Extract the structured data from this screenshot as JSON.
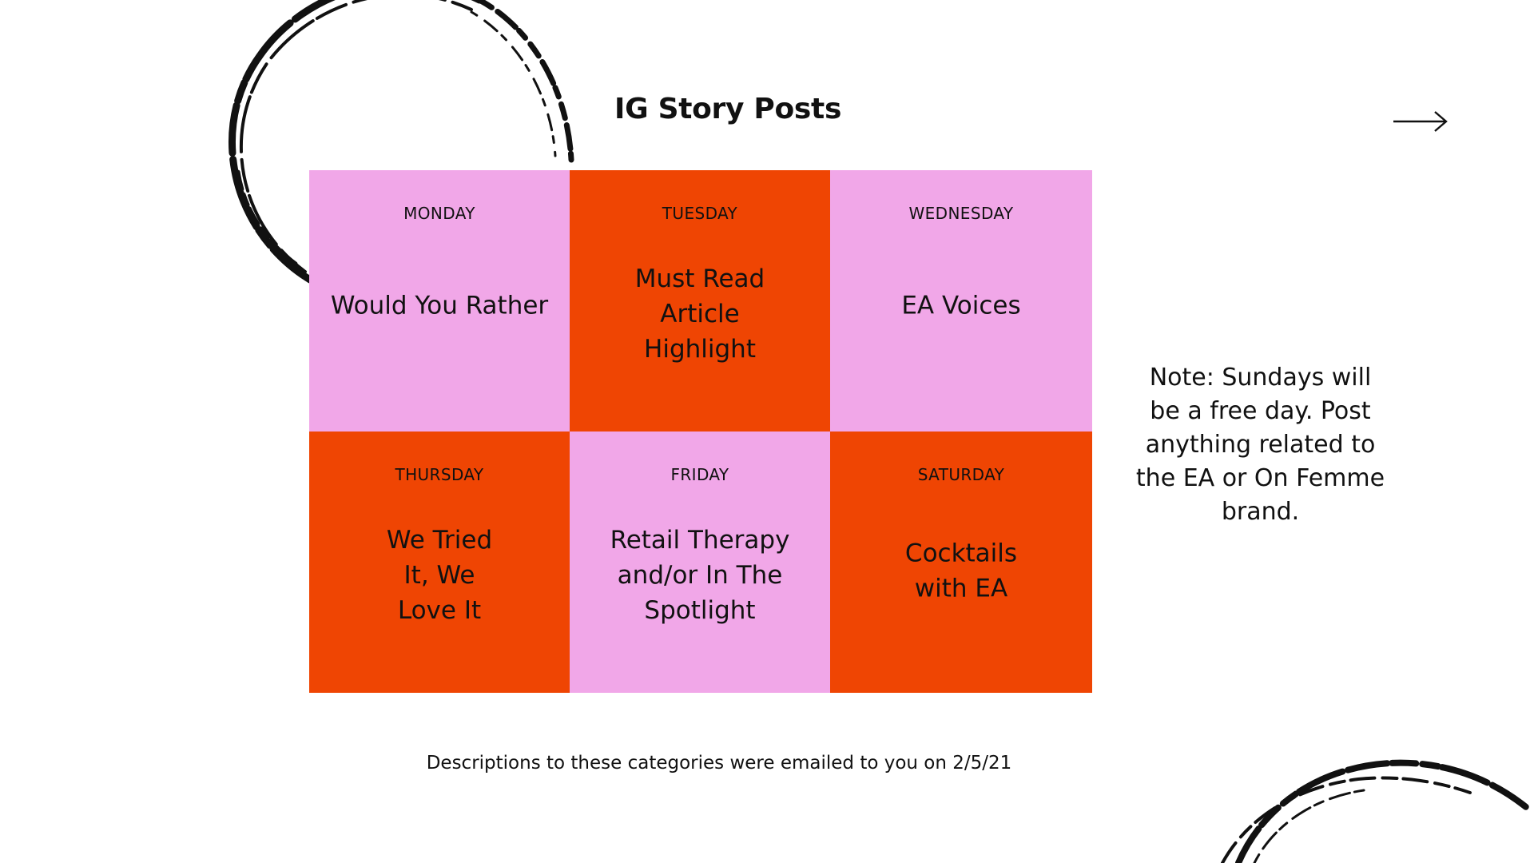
{
  "slide": {
    "title": "IG Story Posts",
    "footnote": "Descriptions to these categories were emailed to you on 2/5/21",
    "note": "Note: Sundays will be a free day. Post anything related to the EA or On Femme brand."
  },
  "schedule": [
    {
      "day": "MONDAY",
      "category": "Would You Rather",
      "color": "#f1a7e8"
    },
    {
      "day": "TUESDAY",
      "category": "Must Read Article Highlight",
      "color": "#ef4503"
    },
    {
      "day": "WEDNESDAY",
      "category": "EA Voices",
      "color": "#f1a7e8"
    },
    {
      "day": "THURSDAY",
      "category": "We Tried It, We Love It",
      "color": "#ef4503"
    },
    {
      "day": "FRIDAY",
      "category": "Retail Therapy and/or In The Spotlight",
      "color": "#f1a7e8"
    },
    {
      "day": "SATURDAY",
      "category": "Cocktails with EA",
      "color": "#ef4503"
    }
  ],
  "icons": {
    "next": "arrow-right-icon",
    "decoration": "brush-circle"
  },
  "colors": {
    "pink": "#f1a7e8",
    "orange": "#ef4503",
    "ink": "#111111"
  }
}
